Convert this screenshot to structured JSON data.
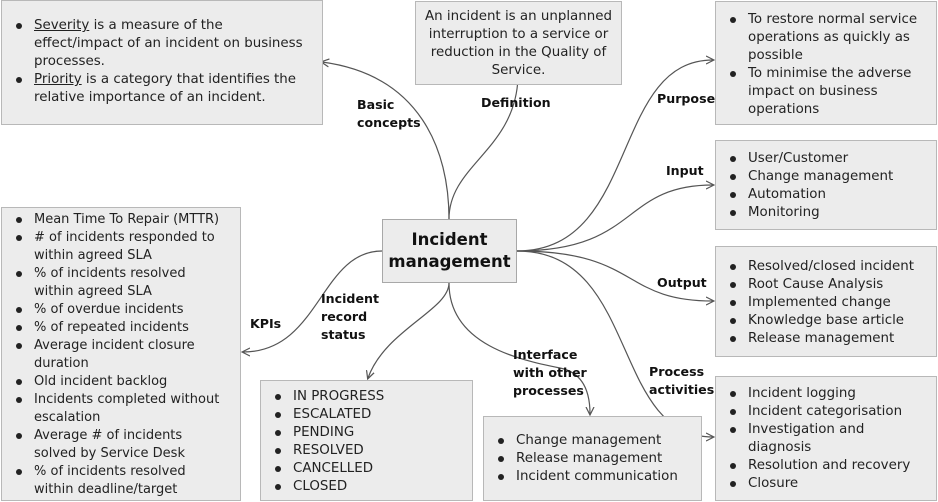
{
  "center": {
    "line1": "Incident",
    "line2": "management"
  },
  "branches": {
    "basic_concepts": {
      "label_line1": "Basic",
      "label_line2": "concepts",
      "items": [
        {
          "term": "Severity",
          "text1": " is a measure of the",
          "text2": "effect/impact of an incident on business",
          "text3": "processes."
        },
        {
          "term": "Priority",
          "text1": " is a category that identifies the",
          "text2": "relative importance of an incident."
        }
      ]
    },
    "definition": {
      "label": "Definition",
      "text_line1": "An incident is an unplanned",
      "text_line2": "interruption to a service or",
      "text_line3": "reduction in the Quality of",
      "text_line4": "Service."
    },
    "purpose": {
      "label": "Purpose",
      "items": [
        {
          "line1": "To restore normal service",
          "line2": "operations as quickly as",
          "line3": "possible"
        },
        {
          "line1": "To minimise the adverse",
          "line2": "impact on business",
          "line3": "operations"
        }
      ]
    },
    "input": {
      "label": "Input",
      "items": [
        "User/Customer",
        "Change management",
        "Automation",
        "Monitoring"
      ]
    },
    "output": {
      "label": "Output",
      "items": [
        "Resolved/closed incident",
        "Root Cause Analysis",
        "Implemented change",
        "Knowledge base article",
        "Release management"
      ]
    },
    "process_activities": {
      "label_line1": "Process",
      "label_line2": "activities",
      "items": [
        {
          "line1": "Incident logging"
        },
        {
          "line1": "Incident categorisation"
        },
        {
          "line1": "Investigation and",
          "line2": "diagnosis"
        },
        {
          "line1": "Resolution and recovery"
        },
        {
          "line1": "Closure"
        }
      ]
    },
    "interface": {
      "label_line1": "Interface",
      "label_line2": "with other",
      "label_line3": "processes",
      "items": [
        "Change management",
        "Release management",
        "Incident communication"
      ]
    },
    "record_status": {
      "label_line1": "Incident",
      "label_line2": "record",
      "label_line3": "status",
      "items": [
        "IN PROGRESS",
        "ESCALATED",
        "PENDING",
        "RESOLVED",
        "CANCELLED",
        "CLOSED"
      ]
    },
    "kpis": {
      "label": "KPIs",
      "items": [
        {
          "line1": "Mean Time To Repair (MTTR)"
        },
        {
          "line1": "# of incidents responded to",
          "line2": "within agreed SLA"
        },
        {
          "line1": "% of incidents resolved",
          "line2": "within agreed SLA"
        },
        {
          "line1": "% of overdue incidents"
        },
        {
          "line1": "% of repeated incidents"
        },
        {
          "line1": "Average incident closure",
          "line2": "duration"
        },
        {
          "line1": "Old incident backlog"
        },
        {
          "line1": "Incidents completed without",
          "line2": "escalation"
        },
        {
          "line1": "Average # of incidents",
          "line2": "solved by Service Desk"
        },
        {
          "line1": "% of incidents resolved",
          "line2": "within deadline/target"
        }
      ]
    }
  }
}
